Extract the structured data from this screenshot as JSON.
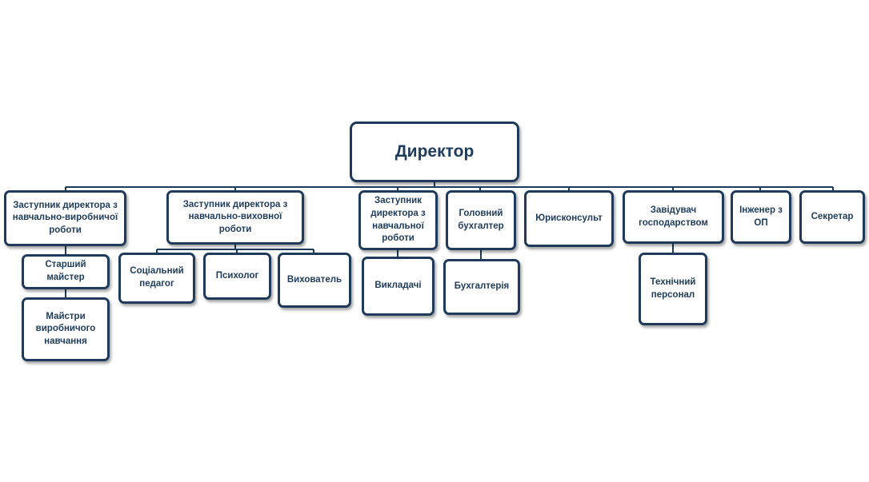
{
  "colors": {
    "box_border": "#1f3b5c",
    "text": "#1f3b5c",
    "connector": "#1f3b5c",
    "background": "#ffffff"
  },
  "director": "Директор",
  "level1": {
    "deputy_production": "Заступник  директора з навчально-виробничої роботи",
    "deputy_educational": "Заступник  директора з навчально-виховної роботи",
    "deputy_academic": "Заступник директора з навчальної роботи",
    "chief_accountant": "Головний бухгалтер",
    "legal_advisor": "Юрисконсульт",
    "household_manager": "Завідувач господарством",
    "safety_engineer": "Інженер з ОП",
    "secretary": "Секретар"
  },
  "level2": {
    "senior_master": "Старший майстер",
    "industrial_masters": "Майстри виробничого навчання",
    "social_pedagogue": "Соціальний педагог",
    "psychologist": "Психолог",
    "tutor": "Вихователь",
    "lecturers": "Викладачі",
    "accounting": "Бухгалтерія",
    "technical_staff": "Технічний персонал"
  }
}
